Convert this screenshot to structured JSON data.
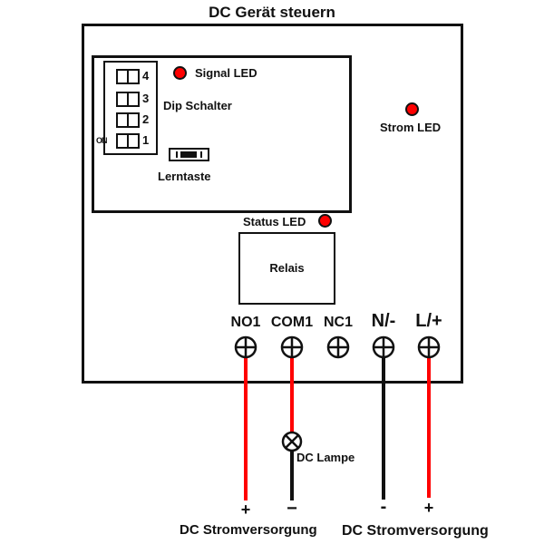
{
  "title": "DC Gerät steuern",
  "module": {
    "signal_led": "Signal LED",
    "dip_label": "Dip Schalter",
    "dip_on_label": "ON",
    "dip_switches": [
      "4",
      "3",
      "2",
      "1"
    ],
    "learn_button": "Lerntaste",
    "strom_led": "Strom LED",
    "status_led": "Status LED",
    "relay": "Relais"
  },
  "terminals": [
    "NO1",
    "COM1",
    "NC1",
    "N/-",
    "L/+"
  ],
  "load": {
    "label": "DC Lampe"
  },
  "polarity": {
    "left_plus": "+",
    "left_minus": "−",
    "right_minus": "-",
    "right_plus": "+"
  },
  "supplies": [
    "DC Stromversorgung",
    "DC Stromversorgung"
  ],
  "colors": {
    "led": "#ff0000",
    "wire_positive": "#ff0000",
    "wire_negative": "#111111",
    "line": "#111111"
  }
}
